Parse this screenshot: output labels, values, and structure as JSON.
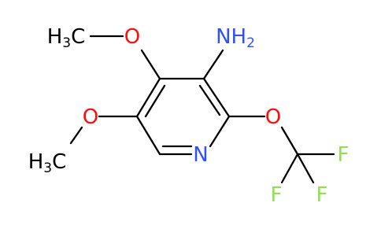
{
  "molecule": {
    "atoms": {
      "h3c_top": {
        "main": "H",
        "sub": "3",
        "tail": "C",
        "color": "#000000"
      },
      "o_top": {
        "label": "O",
        "color": "#ff0d0d"
      },
      "nh2": {
        "main": "NH",
        "sub": "2",
        "color": "#3050f8"
      },
      "o_left": {
        "label": "O",
        "color": "#ff0d0d"
      },
      "h3c_bottom": {
        "main": "H",
        "sub": "3",
        "tail": "C",
        "color": "#000000"
      },
      "o_right": {
        "label": "O",
        "color": "#ff0d0d"
      },
      "n_ring": {
        "label": "N",
        "color": "#3050f8"
      },
      "f_right": {
        "label": "F",
        "color": "#90e050"
      },
      "f_left": {
        "label": "F",
        "color": "#90e050"
      },
      "f_bottom": {
        "label": "F",
        "color": "#90e050"
      }
    },
    "bond_color": "#000000"
  }
}
